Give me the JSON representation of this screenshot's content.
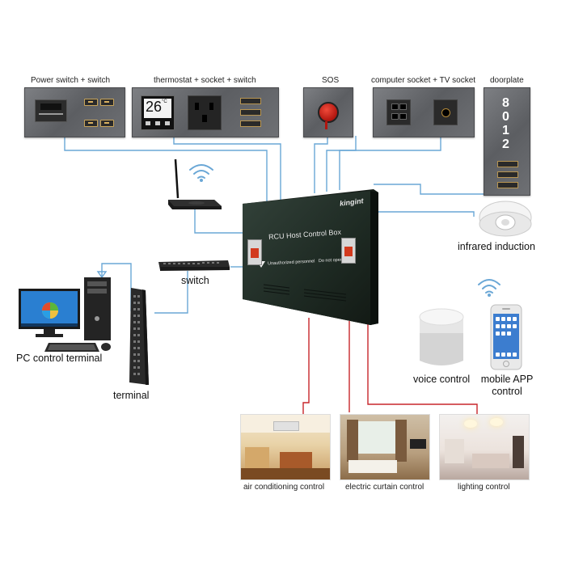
{
  "colors": {
    "wire_blue": "#6aa7d6",
    "wire_red": "#c8262b",
    "panel_gray": "#66686c",
    "box_dark": "#1e2821"
  },
  "panels": {
    "power": {
      "label": "Power switch + switch"
    },
    "thermostat": {
      "label": "thermostat + socket + switch",
      "temp": "26",
      "unit": "°C"
    },
    "sos": {
      "label": "SOS"
    },
    "computer": {
      "label": "computer socket + TV socket"
    },
    "doorplate": {
      "label": "doorplate",
      "digits": [
        "8",
        "0",
        "1",
        "2"
      ]
    }
  },
  "hub": {
    "brand": "kingint",
    "title": "RCU Host Control Box",
    "warning": "Unauthorized personnel   Do not open"
  },
  "nodes": {
    "switch": "switch",
    "pc": "PC control terminal",
    "terminal": "terminal",
    "infrared": "infrared induction",
    "voice": "voice control",
    "mobile": "mobile APP control"
  },
  "controls": {
    "ac": "air conditioning control",
    "curtain": "electric curtain control",
    "lighting": "lighting control"
  },
  "icons": [
    "wifi-icon",
    "router-icon",
    "network-switch-icon",
    "monitor-icon",
    "pc-tower-icon",
    "keyboard-icon",
    "mouse-icon",
    "rack-switch-icon",
    "motion-sensor-icon",
    "smart-speaker-icon",
    "smartphone-icon",
    "card-slot-icon",
    "sos-button-icon"
  ]
}
